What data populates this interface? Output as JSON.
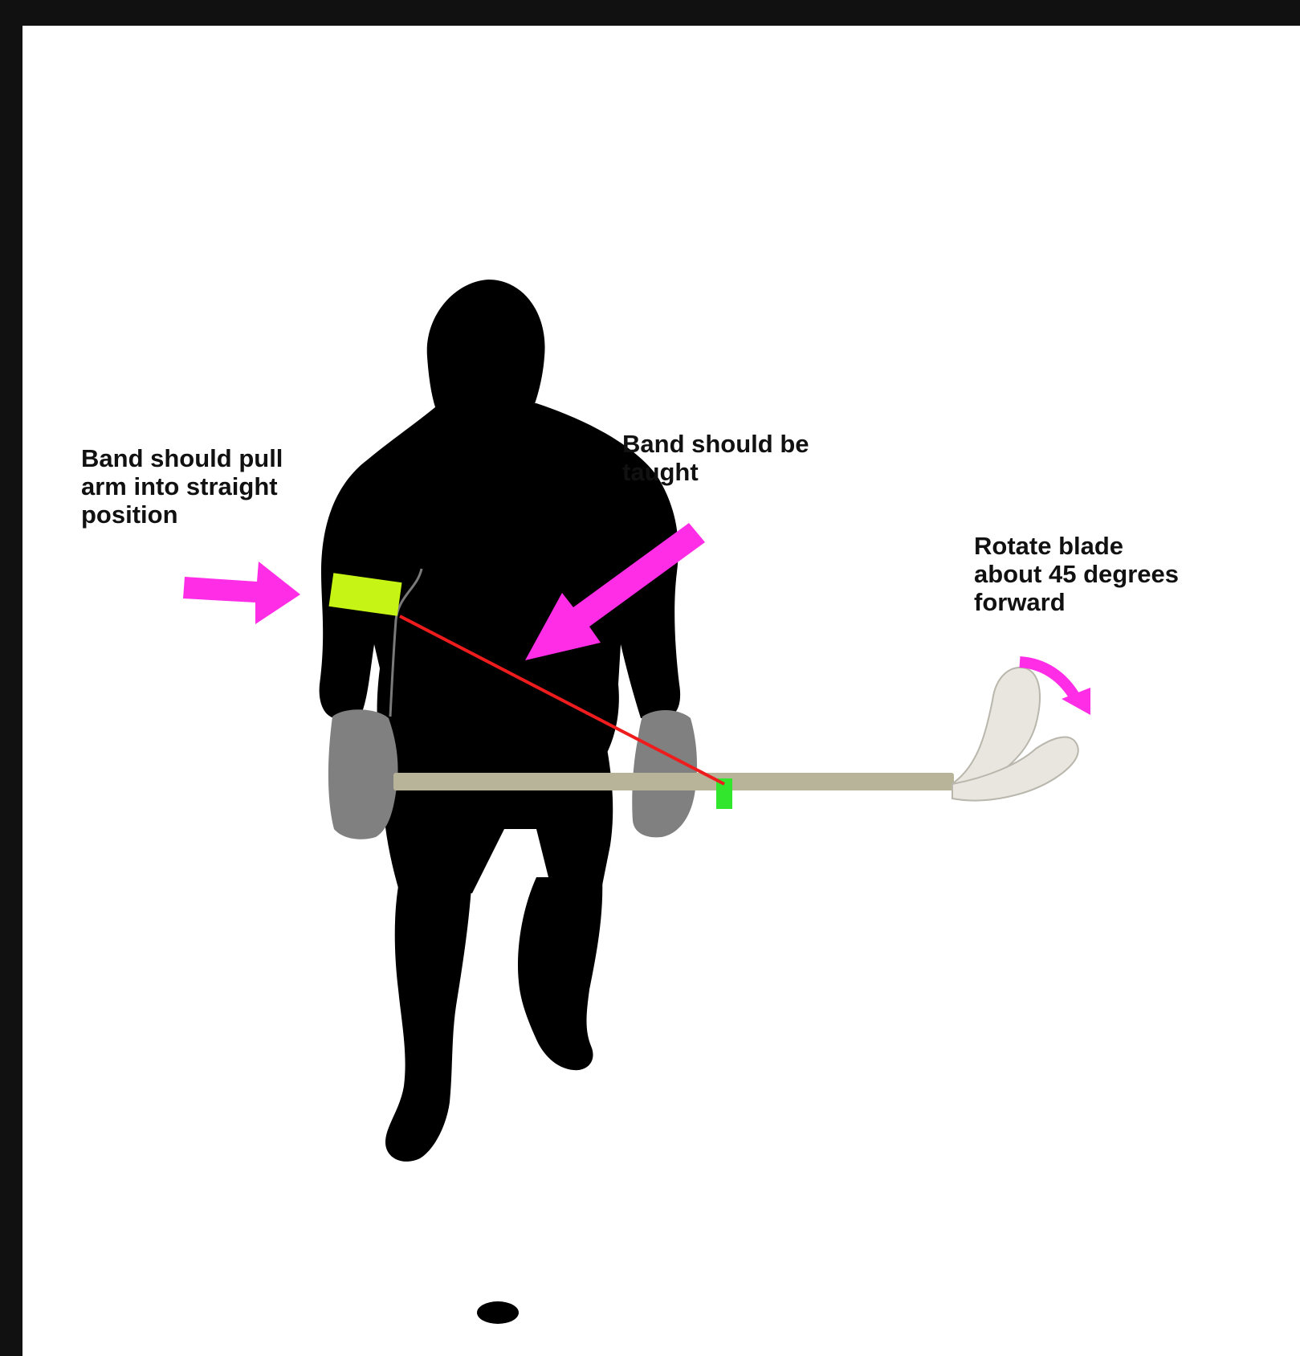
{
  "colors": {
    "frame": "#111111",
    "background": "#ffffff",
    "silhouette": "#000000",
    "glove": "#808080",
    "stick_shaft": "#b8b49a",
    "blade": "#e8e6df",
    "arm_band": "#c6f515",
    "stick_band": "#32e62d",
    "resistance_band": "#ee1c1c",
    "arrow": "#ff2ee6"
  },
  "icons": {
    "player": "player-silhouette-icon",
    "pointer": "arrow-icon",
    "rotation": "curved-arrow-icon",
    "puck": "puck-icon"
  },
  "annotations": {
    "arm_band": [
      "Band should pull",
      "arm into straight",
      "position"
    ],
    "resistance_band": [
      "Band should be",
      "taught"
    ],
    "blade_rotation": [
      "Rotate blade",
      "about 45 degrees",
      "forward"
    ]
  }
}
